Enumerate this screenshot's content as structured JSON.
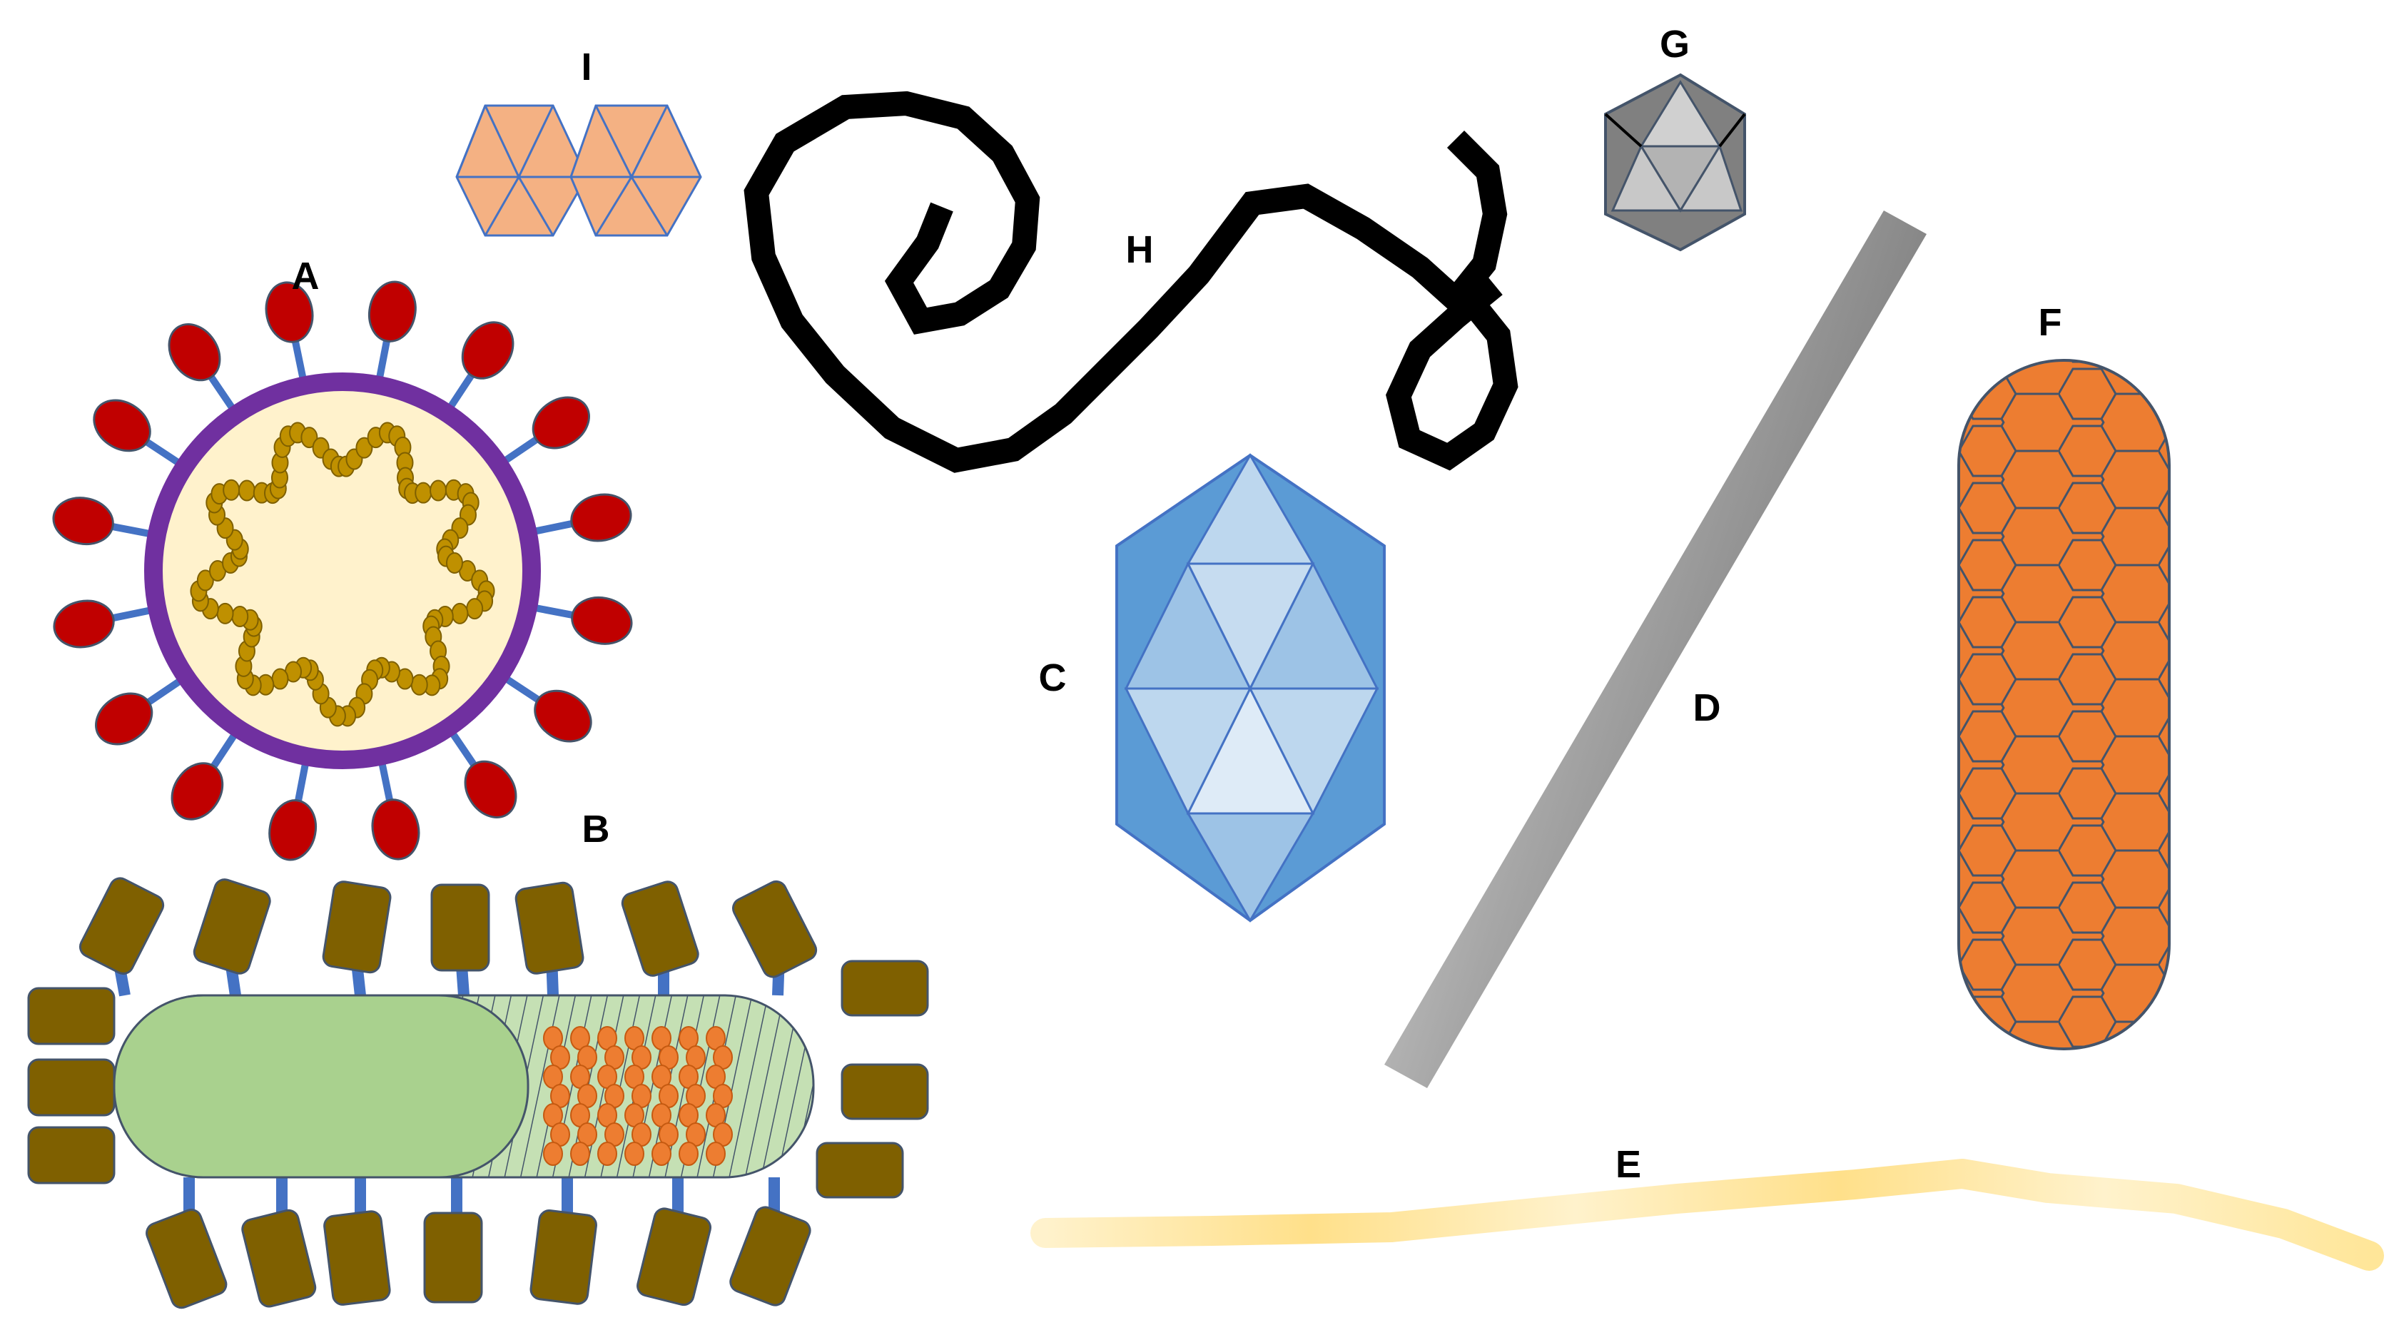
{
  "labels": {
    "A": "A",
    "B": "B",
    "C": "C",
    "D": "D",
    "E": "E",
    "F": "F",
    "G": "G",
    "H": "H",
    "I": "I"
  },
  "colors": {
    "a_spike": "#c00000",
    "a_envelope": "#7030a0",
    "a_interior": "#fff2cc",
    "a_genome": "#bf9000",
    "b_knob": "#7f6000",
    "b_stalk": "#4472c4",
    "b_body": "#a9d18e",
    "b_genome": "#ed7d31",
    "c_face": "#9dc3e6",
    "c_edge": "#4472c4",
    "d_rod": "#a6a6a6",
    "e_filament": "#ffe699",
    "f_tube": "#ed7d31",
    "g_capsid": "#808080",
    "h_chain": "#000000",
    "i_capsid": "#f4b183"
  }
}
